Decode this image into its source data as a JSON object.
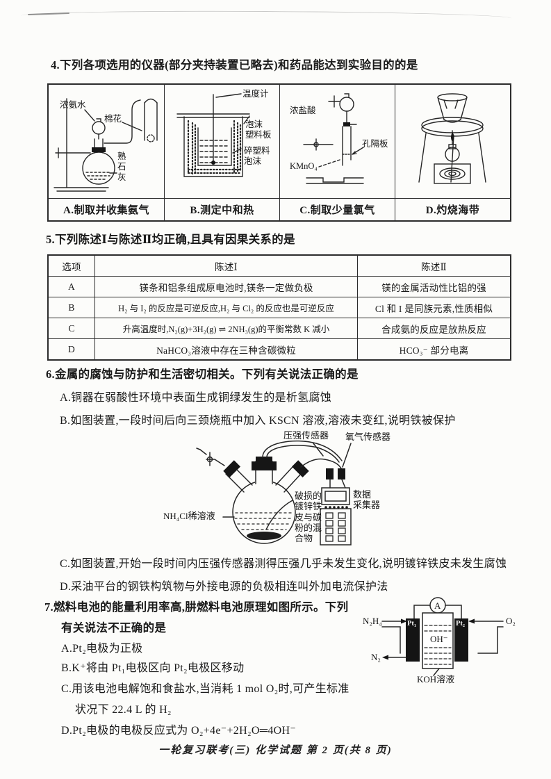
{
  "q4": {
    "stem": "4.下列各项选用的仪器(部分夹持装置已略去)和药品能达到实验目的的是",
    "cells": [
      {
        "caption": "A.制取并收集氨气",
        "label1": "浓氨水",
        "label2": "棉花",
        "label3": "熟\n石\n灰"
      },
      {
        "caption": "B.测定中和热",
        "label1": "温度计",
        "label2": "泡沫\n塑料板",
        "label3": "碎塑料\n泡沫"
      },
      {
        "caption": "C.制取少量氯气",
        "label1": "浓盐酸",
        "label2": "孔隔板",
        "label3": "KMnO₄"
      },
      {
        "caption": "D.灼烧海带"
      }
    ]
  },
  "q5": {
    "stem": "5.下列陈述Ⅰ与陈述Ⅱ均正确,且具有因果关系的是",
    "headers": [
      "选项",
      "陈述Ⅰ",
      "陈述Ⅱ"
    ],
    "rows": [
      {
        "opt": "A",
        "s1": "镁条和铝条组成原电池时,镁条一定做负极",
        "s2": "镁的金属活动性比铝的强"
      },
      {
        "opt": "B",
        "s1": "H₂ 与 I₂ 的反应是可逆反应,H₂ 与 Cl₂ 的反应也是可逆反应",
        "s2": "Cl 和 I 是同族元素,性质相似"
      },
      {
        "opt": "C",
        "s1": "升高温度时,N₂(g)+3H₂(g) ⇌ 2NH₃(g)的平衡常数 K 减小",
        "s2": "合成氨的反应是放热反应"
      },
      {
        "opt": "D",
        "s1": "NaHCO₃溶液中存在三种含碳微粒",
        "s2": "HCO₃⁻ 部分电离"
      }
    ]
  },
  "q6": {
    "stem": "6.金属的腐蚀与防护和生活密切相关。下列有关说法正确的是",
    "optionA": "A.铜器在弱酸性环境中表面生成铜绿发生的是析氢腐蚀",
    "optionB": "B.如图装置,一段时间后向三颈烧瓶中加入 KSCN 溶液,溶液未变红,说明铁被保护",
    "optionC": "C.如图装置,开始一段时间内压强传感器测得压强几乎未发生变化,说明镀锌铁皮未发生腐蚀",
    "optionD": "D.采油平台的钢铁构筑物与外接电源的负极相连叫外加电流保护法",
    "diagram": {
      "pressure_sensor": "压强传感器",
      "oxygen_sensor": "氧气传感器",
      "data_collector": "数据\n采集器",
      "solution": "NH₄Cl稀溶液",
      "mixture": "破损的\n镀锌铁\n皮与碳\n粉的混\n合物"
    }
  },
  "q7": {
    "stem_line1": "7.燃料电池的能量利用率高,肼燃料电池原理如图所示。下列",
    "stem_line2": "有关说法不正确的是",
    "optionA": "A.Pt₂电极为正极",
    "optionB": "B.K⁺将由 Pt₁电极区向 Pt₂电极区移动",
    "optionC1": "C.用该电池电解饱和食盐水,当消耗 1 mol O₂时,可产生标准",
    "optionC2": "状况下 22.4 L 的 H₂",
    "optionD": "D.Pt₂电极的电极反应式为 O₂+4e⁻+2H₂O═4OH⁻",
    "diagram": {
      "ammeter": "A",
      "fuel_in": "N₂H₄",
      "gas_out": "N₂",
      "oxygen_in": "O₂",
      "electrolyte_ion": "OH⁻",
      "electrode_left": "Pt₁",
      "electrode_right": "Pt₂",
      "solution": "KOH溶液"
    }
  },
  "footer": "一轮复习联考(三) 化学试题 第 2 页(共 8 页)"
}
